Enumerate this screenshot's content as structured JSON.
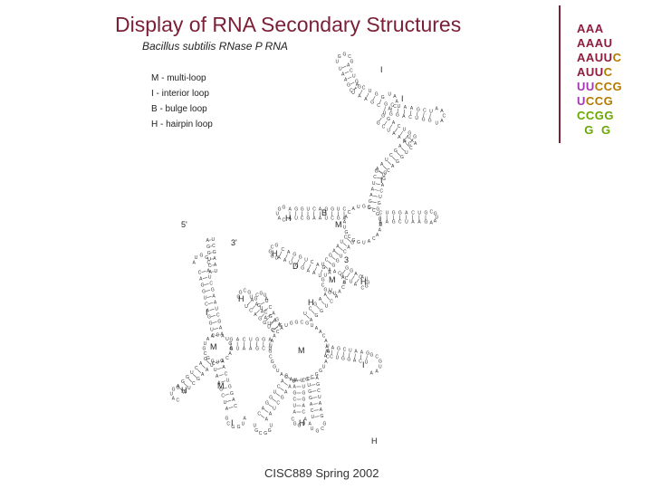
{
  "title": "Display of RNA Secondary Structures",
  "subtitle": "Bacillus subtilis RNase P RNA",
  "legend": [
    "M - multi-loop",
    "I - interior loop",
    "B - bulge loop",
    "H - hairpin loop"
  ],
  "sequence_rows": [
    [
      {
        "t": "AAA",
        "c": "c1"
      }
    ],
    [
      {
        "t": "AAAU",
        "c": "c1"
      }
    ],
    [
      {
        "t": "AAUU",
        "c": "c1"
      },
      {
        "t": "C",
        "c": "c2"
      }
    ],
    [
      {
        "t": "AUU",
        "c": "c1"
      },
      {
        "t": "C",
        "c": "c2"
      }
    ],
    [
      {
        "t": "UU",
        "c": "c3"
      },
      {
        "t": "CCG",
        "c": "c2"
      }
    ],
    [
      {
        "t": "U",
        "c": "c3"
      },
      {
        "t": "CCG",
        "c": "c2"
      }
    ],
    [
      {
        "t": "CCGG",
        "c": "c4"
      }
    ],
    [
      {
        "t": "  G  G",
        "c": "c4"
      }
    ]
  ],
  "structure_labels": [
    {
      "t": "M"
    },
    {
      "t": "M"
    },
    {
      "t": "M"
    },
    {
      "t": "M"
    },
    {
      "t": "M"
    },
    {
      "t": "I"
    },
    {
      "t": "I"
    },
    {
      "t": "I"
    },
    {
      "t": "I"
    },
    {
      "t": "I"
    },
    {
      "t": "I"
    },
    {
      "t": "B"
    },
    {
      "t": "D"
    },
    {
      "t": "H"
    },
    {
      "t": "H"
    },
    {
      "t": "H"
    },
    {
      "t": "H"
    },
    {
      "t": "H"
    },
    {
      "t": "H"
    },
    {
      "t": "H"
    },
    {
      "t": "H"
    },
    {
      "t": "3'"
    },
    {
      "t": "5'"
    },
    {
      "t": "3"
    }
  ],
  "footer": "CISC889 Spring 2002"
}
